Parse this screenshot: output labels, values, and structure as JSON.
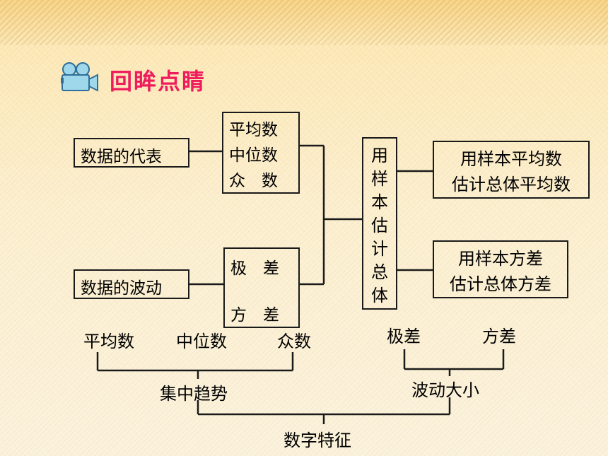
{
  "header": {
    "title": "回眸点睛",
    "icon": "video-camera-icon",
    "title_color": "#ee1c5c"
  },
  "left": {
    "representative": "数据的代表",
    "fluctuation": "数据的波动"
  },
  "measures": {
    "central": [
      "平均数",
      "中位数",
      "众　数"
    ],
    "spread_top": "极　差",
    "spread_bottom": "方　差"
  },
  "estimate": {
    "vertical": [
      "用",
      "样",
      "本",
      "估",
      "计",
      "总",
      "体"
    ]
  },
  "right": {
    "mean_est": [
      "用样本平均数",
      "估计总体平均数"
    ],
    "var_est": [
      "用样本方差",
      "估计总体方差"
    ]
  },
  "bottom": {
    "mean": "平均数",
    "median": "中位数",
    "mode": "众数",
    "range": "极差",
    "variance": "方差",
    "central_tendency": "集中趋势",
    "fluctuation_size": "波动大小",
    "numeric_features": "数字特征"
  }
}
